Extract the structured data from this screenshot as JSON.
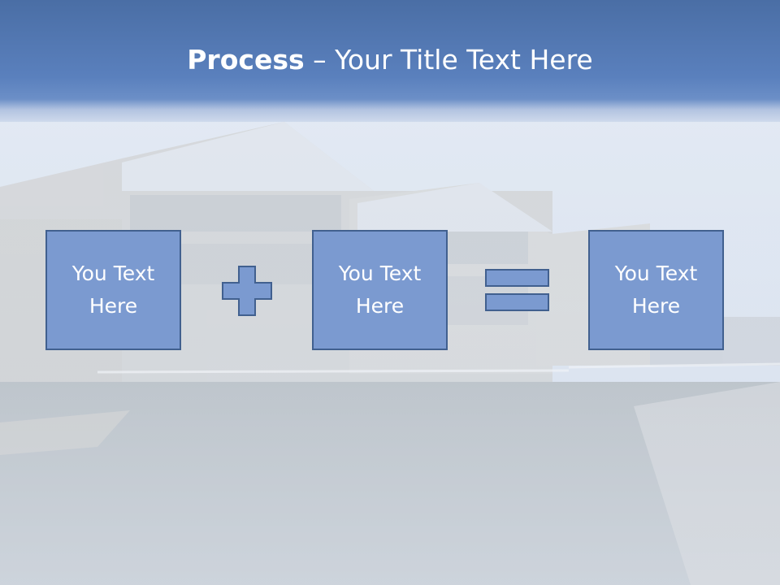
{
  "slide": {
    "title_bold": "Process",
    "title_rest": " – Your Title Text Here"
  },
  "boxes": [
    {
      "line1": "You Text",
      "line2": "Here"
    },
    {
      "line1": "You Text",
      "line2": "Here"
    },
    {
      "line1": "You Text",
      "line2": "Here"
    }
  ],
  "operators": [
    "plus-icon",
    "equals-icon"
  ],
  "colors": {
    "title_bar": "#4f75b0",
    "box_fill": "#7b9ad0",
    "box_border": "#41608f",
    "text": "#ffffff"
  }
}
